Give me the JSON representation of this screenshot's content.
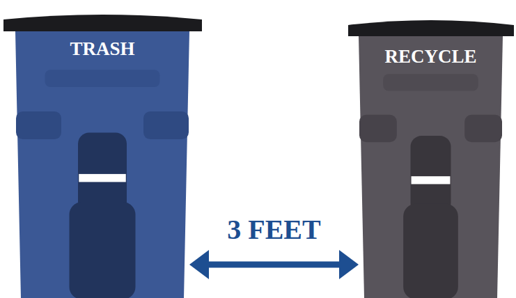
{
  "diagram": {
    "nodes": [
      {
        "text": [
          "TRASH"
        ]
      },
      {
        "text": [
          "RECYCLE"
        ]
      }
    ],
    "edges": [
      {
        "from": 0,
        "to": 1,
        "arrow": "both",
        "label": "3 FEET"
      }
    ]
  }
}
